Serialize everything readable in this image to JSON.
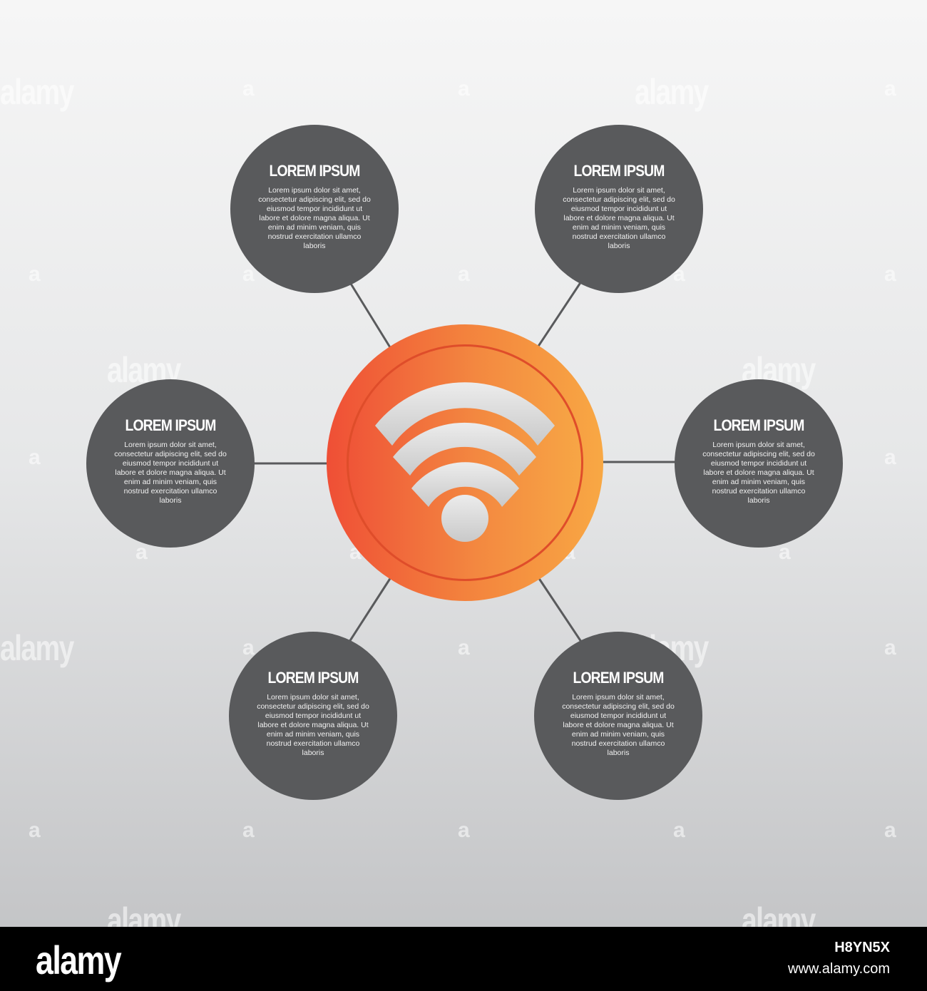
{
  "nodes": [
    {
      "title": "LOREM IPSUM",
      "body": "Lorem ipsum dolor sit amet, consectetur adipiscing elit, sed do eiusmod tempor incididunt ut labore et dolore magna aliqua. Ut enim ad minim veniam, quis nostrud exercitation ullamco laboris"
    },
    {
      "title": "LOREM IPSUM",
      "body": "Lorem ipsum dolor sit amet, consectetur adipiscing elit, sed do eiusmod tempor incididunt ut labore et dolore magna aliqua. Ut enim ad minim veniam, quis nostrud exercitation ullamco laboris"
    },
    {
      "title": "LOREM IPSUM",
      "body": "Lorem ipsum dolor sit amet, consectetur adipiscing elit, sed do eiusmod tempor incididunt ut labore et dolore magna aliqua. Ut enim ad minim veniam, quis nostrud exercitation ullamco laboris"
    },
    {
      "title": "LOREM IPSUM",
      "body": "Lorem ipsum dolor sit amet, consectetur adipiscing elit, sed do eiusmod tempor incididunt ut labore et dolore magna aliqua. Ut enim ad minim veniam, quis nostrud exercitation ullamco laboris"
    },
    {
      "title": "LOREM IPSUM",
      "body": "Lorem ipsum dolor sit amet, consectetur adipiscing elit, sed do eiusmod tempor incididunt ut labore et dolore magna aliqua. Ut enim ad minim veniam, quis nostrud exercitation ullamco laboris"
    },
    {
      "title": "LOREM IPSUM",
      "body": "Lorem ipsum dolor sit amet, consectetur adipiscing elit, sed do eiusmod tempor incididunt ut labore et dolore magna aliqua. Ut enim ad minim veniam, quis nostrud exercitation ullamco laboris"
    }
  ],
  "hub": {
    "icon": "wifi-icon"
  },
  "watermark": {
    "text": "alamy",
    "letter": "a"
  },
  "footer": {
    "logo": "alamy",
    "image_id": "H8YN5X",
    "url": "www.alamy.com"
  },
  "colors": {
    "node_fill": "#595a5c",
    "hub_left": "#ef4f36",
    "hub_right": "#f8a844",
    "ring_stroke": "#df4d2a",
    "wifi_fill": "#dcdcdc",
    "footer_bg": "#000000"
  }
}
